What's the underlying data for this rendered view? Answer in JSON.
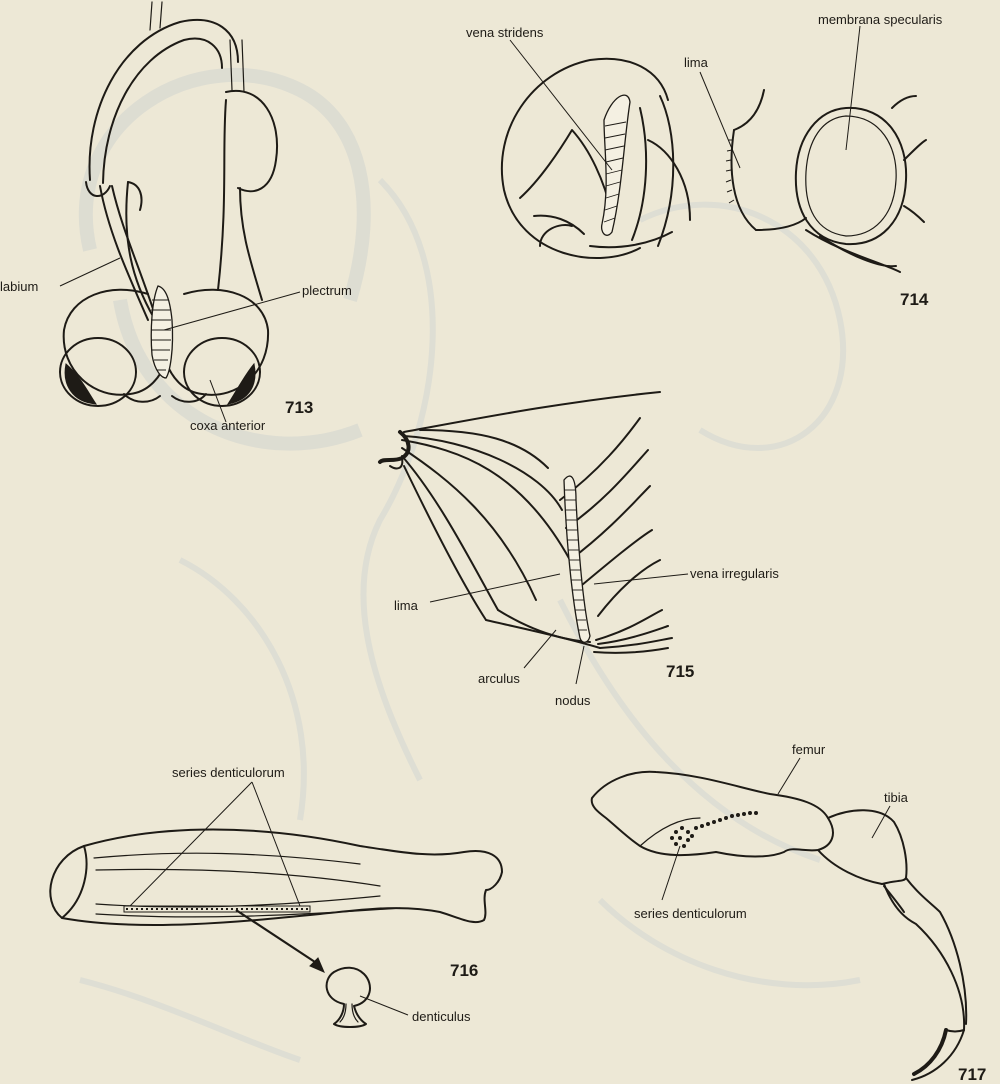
{
  "figures": {
    "fig713": {
      "number": "713",
      "labels": {
        "labium": "labium",
        "plectrum": "plectrum",
        "coxa_anterior": "coxa anterior"
      }
    },
    "fig714": {
      "number": "714",
      "labels": {
        "vena_stridens": "vena stridens",
        "lima": "lima",
        "membrana_specularis": "membrana specularis"
      }
    },
    "fig715": {
      "number": "715",
      "labels": {
        "lima": "lima",
        "vena_irregularis": "vena irregularis",
        "arculus": "arculus",
        "nodus": "nodus"
      }
    },
    "fig716": {
      "number": "716",
      "labels": {
        "series_denticulorum": "series denticulorum",
        "denticulus": "denticulus"
      }
    },
    "fig717": {
      "number": "717",
      "labels": {
        "femur": "femur",
        "tibia": "tibia",
        "series_denticulorum": "series denticulorum"
      }
    }
  }
}
